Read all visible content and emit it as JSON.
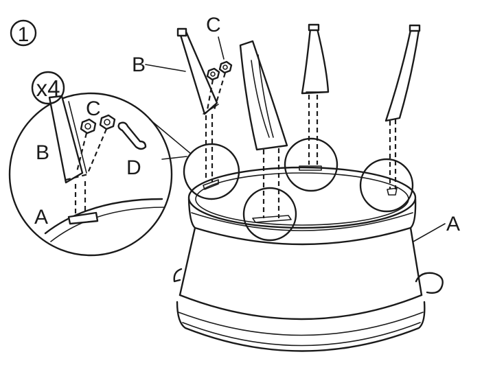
{
  "step": {
    "number": "1"
  },
  "badge": {
    "quantity": "x4"
  },
  "labels": {
    "part_a": "A",
    "part_b": "B",
    "part_c": "C",
    "part_d": "D"
  },
  "colors": {
    "line": "#1a1a1a",
    "background": "#ffffff"
  }
}
